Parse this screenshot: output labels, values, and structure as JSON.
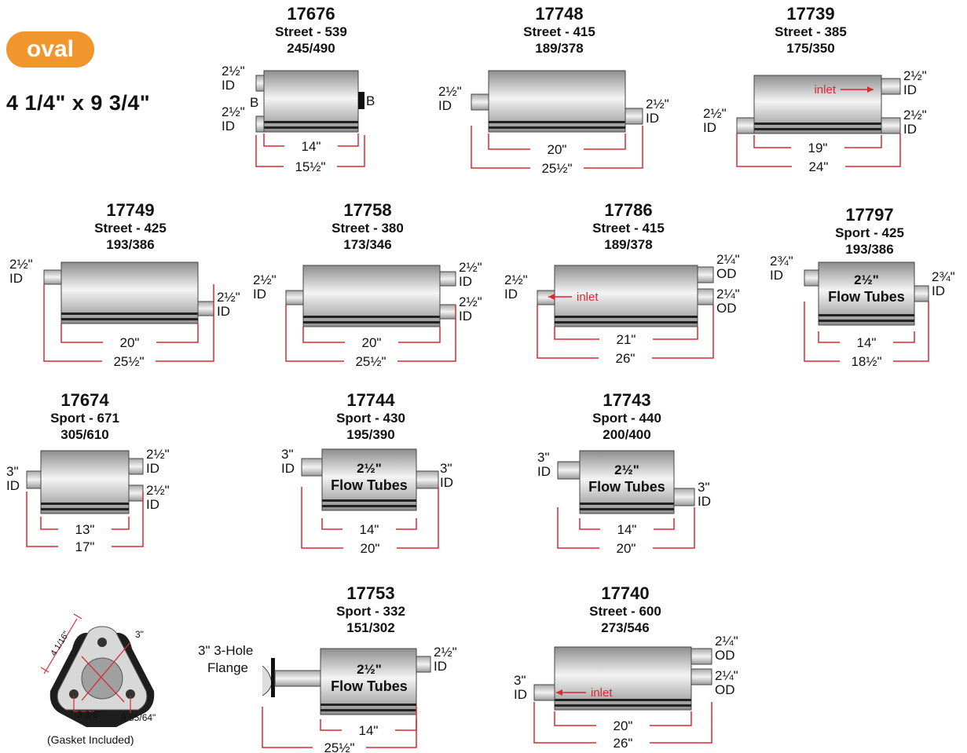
{
  "header": {
    "style_badge": "oval",
    "body_size": "4 1/4\" x 9 3/4\""
  },
  "colors": {
    "badge": "#f0962c",
    "dimension_line": "#d62b33",
    "inlet_arrow": "#d62b33",
    "body_light": "#f4f4f4",
    "body_dark": "#8e8e8e"
  },
  "mufflers": [
    {
      "id": "17676",
      "series": "Street - 539",
      "spec": "245/490",
      "inlet_top": "2½\" ID",
      "inlet_bottom": "2½\" ID",
      "side_mark_left": "B",
      "side_mark_right": "B",
      "body_length": "14\"",
      "overall_length": "15½\""
    },
    {
      "id": "17748",
      "series": "Street - 415",
      "spec": "189/378",
      "inlet": "2½\" ID",
      "outlet": "2½\" ID",
      "body_length": "20\"",
      "overall_length": "25½\""
    },
    {
      "id": "17739",
      "series": "Street - 385",
      "spec": "175/350",
      "inlet": "2½\" ID",
      "outlet_top": "2½\" ID",
      "outlet_bottom": "2½\" ID",
      "inlet_label": "inlet",
      "body_length": "19\"",
      "overall_length": "24\""
    },
    {
      "id": "17749",
      "series": "Street - 425",
      "spec": "193/386",
      "inlet": "2½\" ID",
      "outlet": "2½\" ID",
      "body_length": "20\"",
      "overall_length": "25½\""
    },
    {
      "id": "17758",
      "series": "Street - 380",
      "spec": "173/346",
      "inlet": "2½\" ID",
      "outlet_top": "2½\" ID",
      "outlet_bottom": "2½\" ID",
      "body_length": "20\"",
      "overall_length": "25½\""
    },
    {
      "id": "17786",
      "series": "Street - 415",
      "spec": "189/378",
      "inlet": "2½\" ID",
      "outlet_top": "2¼\" OD",
      "outlet_bottom": "2¼\" OD",
      "inlet_label": "inlet",
      "body_length": "21\"",
      "overall_length": "26\""
    },
    {
      "id": "17797",
      "series": "Sport - 425",
      "spec": "193/386",
      "inlet": "2¾\" ID",
      "outlet": "2¾\" ID",
      "body_text_1": "2½\"",
      "body_text_2": "Flow Tubes",
      "body_length": "14\"",
      "overall_length": "18½\""
    },
    {
      "id": "17674",
      "series": "Sport - 671",
      "spec": "305/610",
      "inlet": "3\" ID",
      "outlet_top": "2½\" ID",
      "outlet_bottom": "2½\" ID",
      "body_length": "13\"",
      "overall_length": "17\""
    },
    {
      "id": "17744",
      "series": "Sport - 430",
      "spec": "195/390",
      "inlet": "3\" ID",
      "outlet": "3\" ID",
      "body_text_1": "2½\"",
      "body_text_2": "Flow Tubes",
      "body_length": "14\"",
      "overall_length": "20\""
    },
    {
      "id": "17743",
      "series": "Sport - 440",
      "spec": "200/400",
      "inlet": "3\" ID",
      "outlet": "3\" ID",
      "body_text_1": "2½\"",
      "body_text_2": "Flow Tubes",
      "body_length": "14\"",
      "overall_length": "20\""
    },
    {
      "id": "17753",
      "series": "Sport - 332",
      "spec": "151/302",
      "inlet_1": "3\" 3-Hole",
      "inlet_2": "Flange",
      "outlet": "2½\" ID",
      "body_text_1": "2½\"",
      "body_text_2": "Flow Tubes",
      "body_length": "14\"",
      "overall_length": "25½\""
    },
    {
      "id": "17740",
      "series": "Street - 600",
      "spec": "273/546",
      "inlet": "3\" ID",
      "outlet_top": "2¼\" OD",
      "outlet_bottom": "2¼\" OD",
      "inlet_label": "inlet",
      "body_length": "20\"",
      "overall_length": "26\""
    }
  ],
  "gasket": {
    "dim_side": "4 1/16\"",
    "dim_bore": "3\"",
    "dim_bottom_left": "3 3/8\"",
    "dim_bottom_right": "3 55/64\"",
    "caption": "(Gasket Included)"
  }
}
